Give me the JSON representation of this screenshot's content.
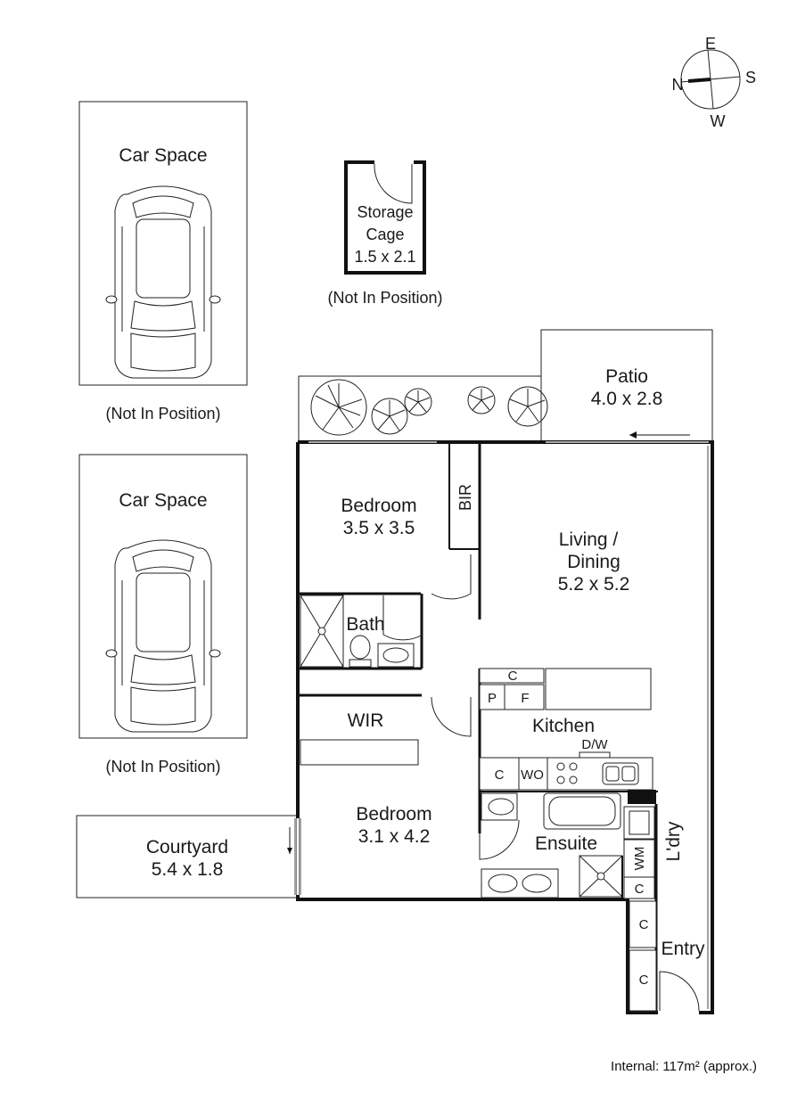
{
  "compass": {
    "e": "E",
    "s": "S",
    "w": "W",
    "n": "N"
  },
  "car_spaces": [
    {
      "label": "Car Space",
      "note": "(Not In Position)"
    },
    {
      "label": "Car Space",
      "note": "(Not In Position)"
    }
  ],
  "storage_cage": {
    "line1": "Storage",
    "line2": "Cage",
    "dims": "1.5 x 2.1",
    "note": "(Not In Position)"
  },
  "patio": {
    "label": "Patio",
    "dims": "4.0 x 2.8"
  },
  "courtyard": {
    "label": "Courtyard",
    "dims": "5.4 x 1.8"
  },
  "rooms": {
    "bedroom1": {
      "label": "Bedroom",
      "dims": "3.5 x 3.5"
    },
    "bir": "BIR",
    "living": {
      "line1": "Living /",
      "line2": "Dining",
      "dims": "5.2 x 5.2"
    },
    "bath": "Bath",
    "wir": "WIR",
    "kitchen": "Kitchen",
    "bedroom2": {
      "label": "Bedroom",
      "dims": "3.1 x 4.2"
    },
    "ensuite": "Ensuite",
    "laundry": "L'dry",
    "entry": "Entry"
  },
  "fixtures": {
    "c": "C",
    "p": "P",
    "f": "F",
    "dw": "D/W",
    "wo": "WO",
    "wm": "WM"
  },
  "footer": {
    "internal": "Internal: 117m² (approx.)"
  }
}
